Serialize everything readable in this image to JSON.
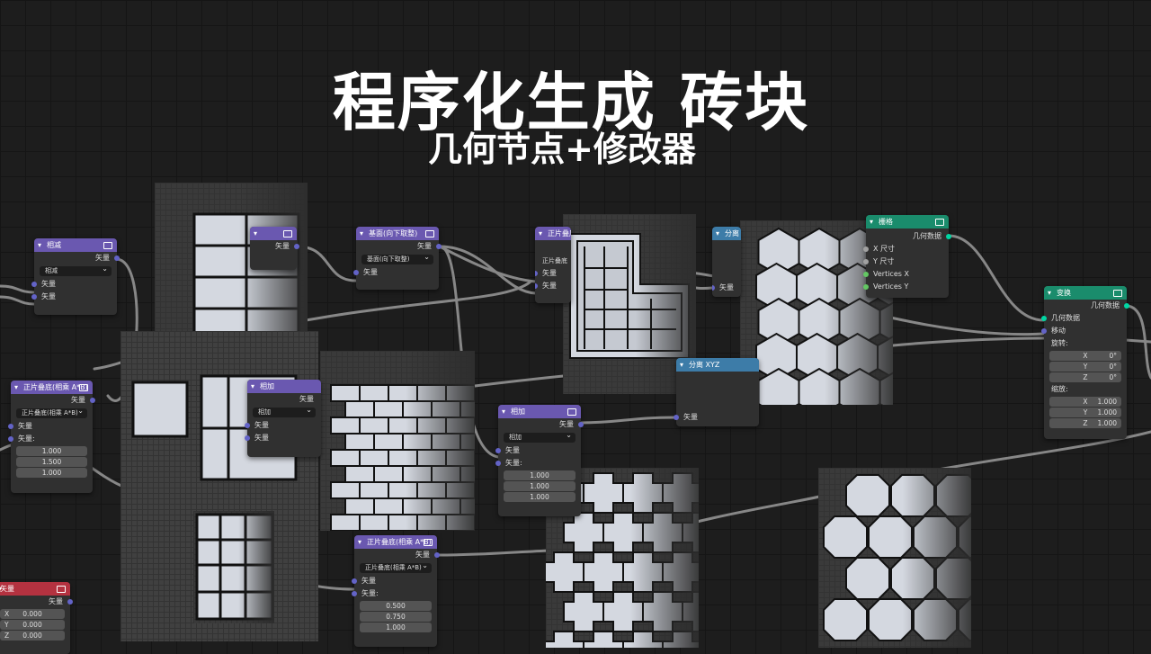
{
  "title": "程序化生成 砖块",
  "subtitle": "几何节点+修改器",
  "colors": {
    "vector_header": "#6a58b0",
    "geometry_header": "#1a8c6c",
    "utility_header": "#3d7ca8",
    "input_header": "#b43240",
    "vector_socket": "#6363c7",
    "geometry_socket": "#00d6a3"
  },
  "nodes": {
    "subtract": {
      "title": "相减",
      "output": "矢量",
      "operation": "相减",
      "in1": "矢量",
      "in2": "矢量"
    },
    "left_wrap": {
      "title": "正片叠底(相乘 A*B)",
      "output": "矢量",
      "operation": "正片叠底(相乘 A*B)",
      "in1": "矢量",
      "in2": "矢量:",
      "values": [
        "1.000",
        "1.500",
        "1.000"
      ]
    },
    "vector_input": {
      "title": "矢量",
      "output": "矢量",
      "labels": [
        "X",
        "Y",
        "Z"
      ],
      "values": [
        "0.000",
        "0.000",
        "0.000"
      ]
    },
    "hidden_top": {
      "output": "矢量"
    },
    "add_mid": {
      "title": "相加",
      "output": "矢量",
      "operation": "相加",
      "in1": "矢量",
      "in2": "矢量"
    },
    "floor": {
      "title": "基面(向下取整)",
      "output": "矢量",
      "operation": "基面(向下取整)",
      "in1": "矢量"
    },
    "multiply_top": {
      "title": "正片叠底(相乘 A*B)",
      "operation": "正片叠底",
      "in1": "矢量",
      "in2": "矢量"
    },
    "separate_top": {
      "title": "分离 XYZ",
      "in1": "矢量"
    },
    "separate_mid": {
      "title": "分离 XYZ",
      "in1": "矢量"
    },
    "add_center": {
      "title": "相加",
      "output": "矢量",
      "operation": "相加",
      "in1": "矢量",
      "in2": "矢量:",
      "values": [
        "1.000",
        "1.000",
        "1.000"
      ]
    },
    "multiply_bottom": {
      "title": "正片叠底(相乘 A*B)",
      "output": "矢量",
      "operation": "正片叠底(相乘 A*B)",
      "in1": "矢量",
      "in2": "矢量:",
      "values": [
        "0.500",
        "0.750",
        "1.000"
      ]
    },
    "grid": {
      "title": "栅格",
      "output": "几何数据",
      "inputs": [
        "X 尺寸",
        "Y 尺寸",
        "Vertices X",
        "Vertices Y"
      ]
    },
    "transform": {
      "title": "变换",
      "output": "几何数据",
      "in_geo": "几何数据",
      "in_move": "移动",
      "rot_label": "旋转:",
      "rotation": {
        "labels": [
          "X",
          "Y",
          "Z"
        ],
        "values": [
          "0°",
          "0°",
          "0°"
        ]
      },
      "scale_label": "缩放:",
      "scale": {
        "labels": [
          "X",
          "Y",
          "Z"
        ],
        "values": [
          "1.000",
          "1.000",
          "1.000"
        ]
      }
    }
  },
  "previews": [
    "grid-panels",
    "brick-wall",
    "t-blocks",
    "hexagon-tiles",
    "cross-tiles",
    "octagon-tiles",
    "panel-grid-bottom"
  ]
}
